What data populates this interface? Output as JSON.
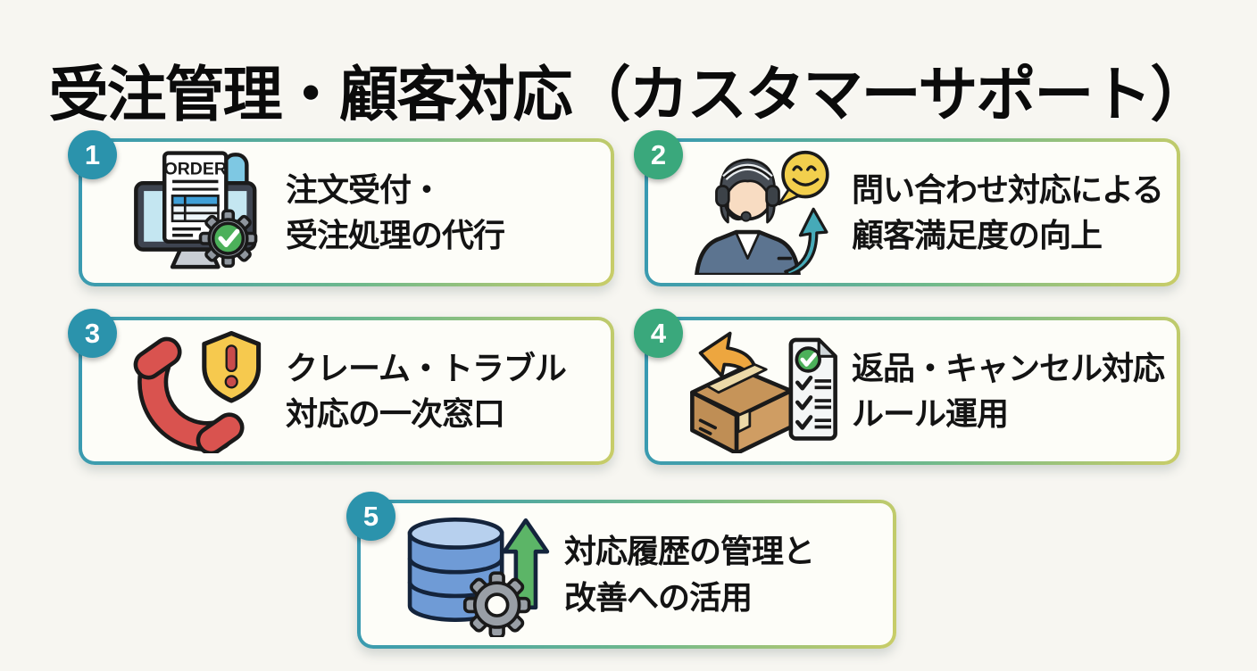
{
  "title": "受注管理・顧客対応（カスタマーサポート）",
  "colors": {
    "page_background": "#f7f6f1",
    "card_background": "#fdfdf8",
    "border_gradient": [
      "#3598b3",
      "#6fb98c",
      "#c9cd68"
    ],
    "badge_teal": "#2b93ac",
    "badge_green": "#3aa87c",
    "text": "#131313"
  },
  "icon_labels": {
    "order_doc_title": "ORDER"
  },
  "cards": [
    {
      "number": "1",
      "badge_color": "teal",
      "icon": "order-monitor-icon",
      "line1": "注文受付・",
      "line2": "受注処理の代行"
    },
    {
      "number": "2",
      "badge_color": "green",
      "icon": "support-agent-icon",
      "line1": "問い合わせ対応による",
      "line2": "顧客満足度の向上"
    },
    {
      "number": "3",
      "badge_color": "teal",
      "icon": "phone-alert-icon",
      "line1": "クレーム・トラブル",
      "line2": "対応の一次窓口"
    },
    {
      "number": "4",
      "badge_color": "green",
      "icon": "return-box-icon",
      "line1": "返品・キャンセル対応",
      "line2": "ルール運用"
    },
    {
      "number": "5",
      "badge_color": "teal",
      "icon": "database-gear-icon",
      "line1": "対応履歴の管理と",
      "line2": "改善への活用"
    }
  ]
}
